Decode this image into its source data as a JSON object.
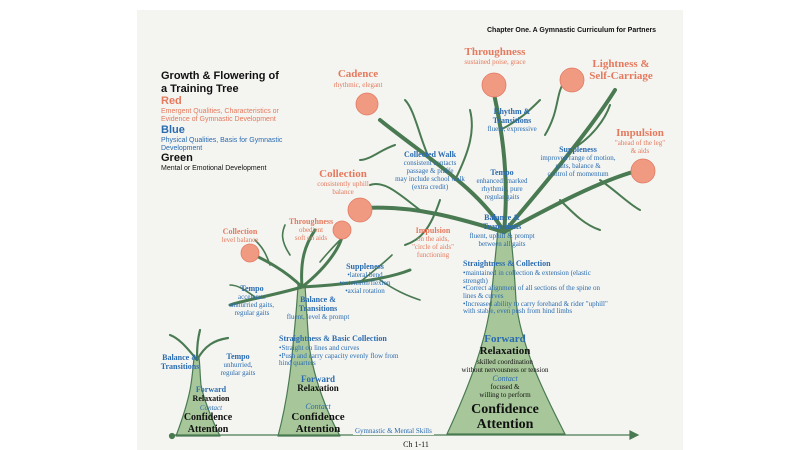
{
  "header": {
    "chapter": "Chapter One. A Gymnastic Curriculum for Partners"
  },
  "legend": {
    "title_line1": "Growth & Flowering of",
    "title_line2": "a Training Tree",
    "red_label": "Red",
    "red_desc_1": "Emergent Qualities, Characteristics or",
    "red_desc_2": "Evidence of Gymnastic Development",
    "blue_label": "Blue",
    "blue_desc_1": "Physical Qualities, Basis for Gymnastic",
    "blue_desc_2": "Development",
    "green_label": "Green",
    "green_desc": "Mental or Emotional Development"
  },
  "colors": {
    "tree_fill": "#a7c79a",
    "tree_stroke": "#4a7a52",
    "flower": "#f19a82",
    "red_text": "#e5795d",
    "blue_text": "#2a6bb0"
  },
  "big_tree": {
    "cadence": {
      "title": "Cadence",
      "sub": "rhythmic, elegant"
    },
    "throughness": {
      "title": "Throughness",
      "sub": "sustained poise, grace"
    },
    "lightness": {
      "line1": "Lightness &",
      "line2": "Self-Carriage"
    },
    "impulsion": {
      "title": "Impulsion",
      "sub1": "\"ahead of the leg\"",
      "sub2": "& aids"
    },
    "collection": {
      "title": "Collection",
      "sub1": "consistently uphill",
      "sub2": "balance"
    },
    "rhythm": {
      "line1": "Rhythm &",
      "line2": "Transitions",
      "sub": "fluent, expressive"
    },
    "collected_walk": {
      "title": "Collected Walk",
      "l1": "consistent contacts",
      "l2": "passage & piaffe",
      "l3": "may include school walk",
      "l4": "(extra credit)"
    },
    "tempo": {
      "title": "Tempo",
      "l1": "enhanced: marked",
      "l2": "rhythmic, pure",
      "l3": "regular gaits"
    },
    "suppleness": {
      "title": "Suppleness",
      "l1": "improved range of motion,",
      "l2": "gaits, balance &",
      "l3": "control of momentum"
    },
    "balance": {
      "line1": "Balance &",
      "line2": "Transitions",
      "l1": "fluent, uphill & prompt",
      "l2": "between all gaits"
    },
    "straightness": {
      "title": "Straightness & Collection",
      "items": [
        "•maintained in collection & extension (elastic strength)",
        "•Correct alignment of all sections of the spine on lines & curves",
        "•Increased ability to carry forehand & rider \"uphill\" with stable, even push from hind limbs"
      ]
    },
    "forward": "Forward",
    "relaxation": "Relaxation",
    "relax_l1": "skilled coordination",
    "relax_l2": "without nervousness or tension",
    "contact": "Contact",
    "contact_l1": "focused &",
    "contact_l2": "willing to perform",
    "confidence": "Confidence",
    "attention": "Attention"
  },
  "mid_tree": {
    "collection": {
      "title": "Collection",
      "sub": "level balance"
    },
    "throughness": {
      "title": "Throughness",
      "sub1": "obedient",
      "sub2": "soft on aids"
    },
    "impulsion": {
      "title": "Impulsion",
      "sub1": "on the aids,",
      "sub2": "\"circle of aids\"",
      "sub3": "functioning"
    },
    "tempo": {
      "title": "Tempo",
      "l1": "accelerate",
      "l2": "unhurried gaits,",
      "l3": "regular gaits"
    },
    "suppleness": {
      "title": "Suppleness",
      "l1": "•lateral bend",
      "l2": "•extension/flexion",
      "l3": "•axial rotation"
    },
    "balance": {
      "line1": "Balance &",
      "line2": "Transitions",
      "sub": "fluent, level & prompt"
    },
    "straightness": {
      "title": "Straightness & Basic Collection",
      "items": [
        "•Straight on lines and curves",
        "•Push and carry capacity evenly flow from hind quarters"
      ]
    },
    "forward": "Forward",
    "relaxation": "Relaxation",
    "contact": "Contact",
    "confidence": "Confidence",
    "attention": "Attention"
  },
  "small_tree": {
    "balance": {
      "line1": "Balance &",
      "line2": "Transitions"
    },
    "tempo": {
      "title": "Tempo",
      "l1": "unhurried,",
      "l2": "regular gaits"
    },
    "forward": "Forward",
    "relaxation": "Relaxation",
    "contact": "Contact",
    "confidence": "Confidence",
    "attention": "Attention"
  },
  "axis": {
    "label": "Gymnastic & Mental Skills",
    "page": "Ch 1-11"
  }
}
